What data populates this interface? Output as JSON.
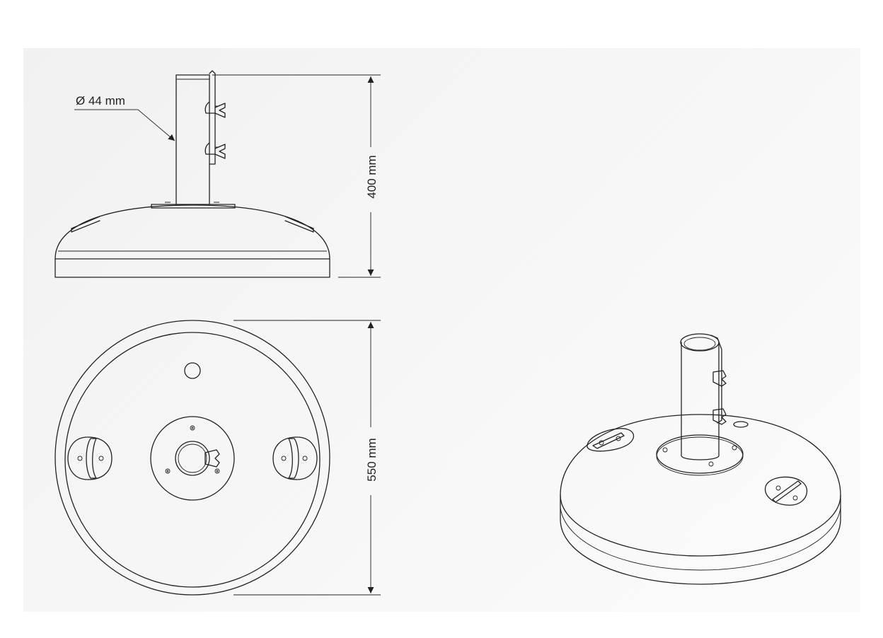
{
  "dimensions": {
    "pole_diameter": "Ø 44 mm",
    "height": "400 mm",
    "base_diameter": "550 mm"
  },
  "views": [
    "side-view",
    "top-view",
    "perspective-view"
  ]
}
